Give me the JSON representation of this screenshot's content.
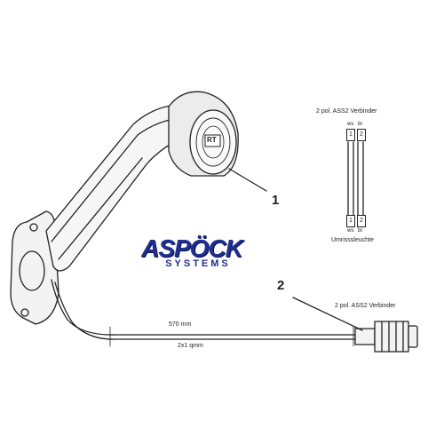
{
  "callouts": {
    "lamp_number": "1",
    "cable_number": "2"
  },
  "connector_top": {
    "title": "2 pol. ASS2 Verbinder",
    "pin_codes": [
      "ws",
      "br"
    ],
    "pin_numbers": [
      "1",
      "2"
    ]
  },
  "connector_bottom": {
    "pin_numbers": [
      "1",
      "2"
    ],
    "pin_codes": [
      "ws",
      "br"
    ],
    "caption": "Umrisssleuchte"
  },
  "cable_connector": {
    "title": "2 pol. ASS2 Verbinder"
  },
  "cable": {
    "length": "570 mm",
    "cross_section": "2x1 qmm"
  },
  "lamp": {
    "marking": "RT"
  },
  "brand": {
    "name": "ASPÖCK",
    "tagline": "SYSTEMS",
    "color": "#1f2f8f"
  }
}
